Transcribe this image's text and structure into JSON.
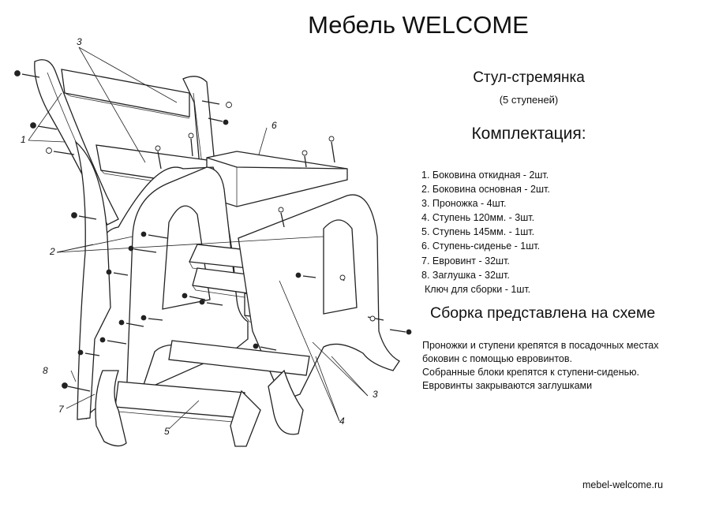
{
  "header": {
    "brand": "Мебель WELCOME"
  },
  "product": {
    "name": "Стул-стремянка",
    "subtitle": "(5 ступеней)"
  },
  "kit": {
    "heading": "Комплектация:",
    "items": [
      "1. Боковина откидная - 2шт.",
      "2. Боковина основная - 2шт.",
      "3. Проножка - 4шт.",
      "4. Ступень 120мм. - 3шт.",
      "5. Ступень 145мм. - 1шт.",
      "6. Ступень-сиденье - 1шт.",
      "7. Евровинт - 32шт.",
      "8. Заглушка - 32шт.",
      "Ключ для сборки - 1шт."
    ]
  },
  "assembly": {
    "note": "Сборка представлена на схеме",
    "instructions": [
      "Проножки и ступени крепятся в посадочных местах",
      "боковин с помощью евровинтов.",
      "Собранные блоки крепятся к ступени-сиденью.",
      "Евровинты закрываются заглушками"
    ]
  },
  "diagram": {
    "callouts": {
      "c1": "1",
      "c2": "2",
      "c3a": "3",
      "c3b": "3",
      "c4": "4",
      "c5": "5",
      "c6": "6",
      "c7": "7",
      "c8": "8"
    }
  },
  "footer": {
    "website": "mebel-welcome.ru"
  }
}
